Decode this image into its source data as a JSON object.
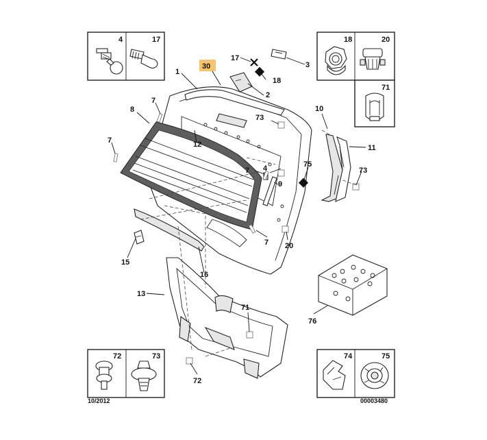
{
  "footer": {
    "date": "10/2012",
    "ref": "00003480"
  },
  "highlight": {
    "label": "30",
    "color": "#f3c46b"
  },
  "insets": {
    "top_left": [
      "4",
      "17"
    ],
    "top_right": [
      "18",
      "20",
      "71"
    ],
    "bottom_left": [
      "72",
      "73"
    ],
    "bottom_right": [
      "74",
      "75"
    ]
  },
  "callouts": {
    "c1": "1",
    "c2": "2",
    "c3": "3",
    "c4": "4",
    "c7a": "7",
    "c7b": "7",
    "c7c": "7",
    "c7d": "7",
    "c8": "8",
    "c9": "9",
    "c10": "10",
    "c11": "11",
    "c12": "12",
    "c13": "13",
    "c15": "15",
    "c16": "16",
    "c17": "17",
    "c18": "18",
    "c20": "20",
    "c71": "71",
    "c72": "72",
    "c73a": "73",
    "c73b": "73",
    "c75": "75",
    "c76": "76"
  }
}
